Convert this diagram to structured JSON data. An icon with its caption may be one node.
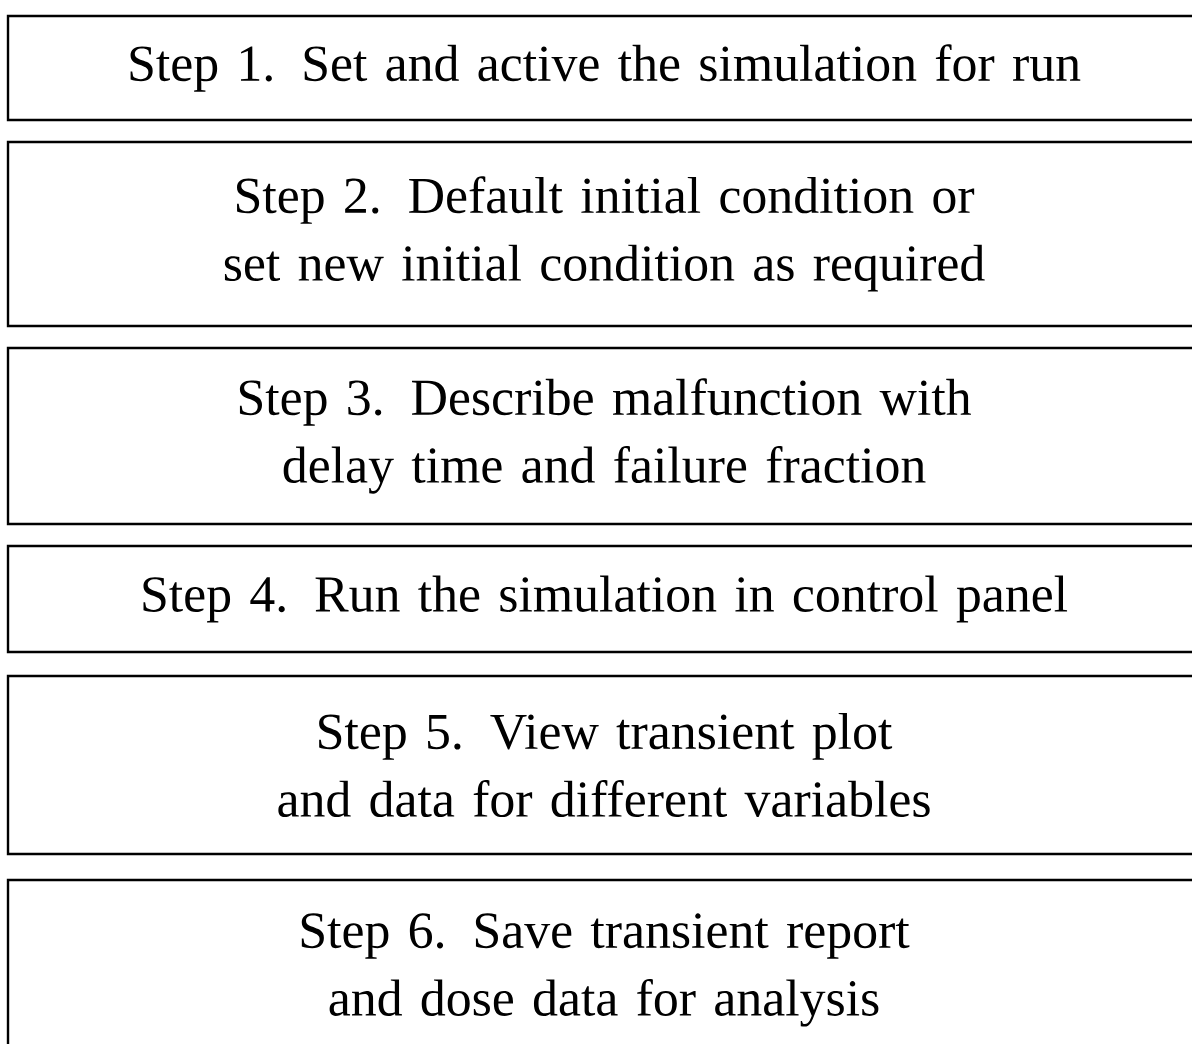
{
  "diagram": {
    "nodes": [
      {
        "text": [
          "Step 1. Set and active the simulation for run"
        ]
      },
      {
        "text": [
          "Step 2. Default initial condition or set new initial condition as required"
        ]
      },
      {
        "text": [
          "Step 3. Describe malfunction with delay time and failure fraction"
        ]
      },
      {
        "text": [
          "Step 4. Run the simulation in control panel"
        ]
      },
      {
        "text": [
          "Step 5. View transient plot and data for different variables"
        ]
      },
      {
        "text": [
          "Step 6. Save transient report and dose data for analysis"
        ]
      }
    ]
  }
}
